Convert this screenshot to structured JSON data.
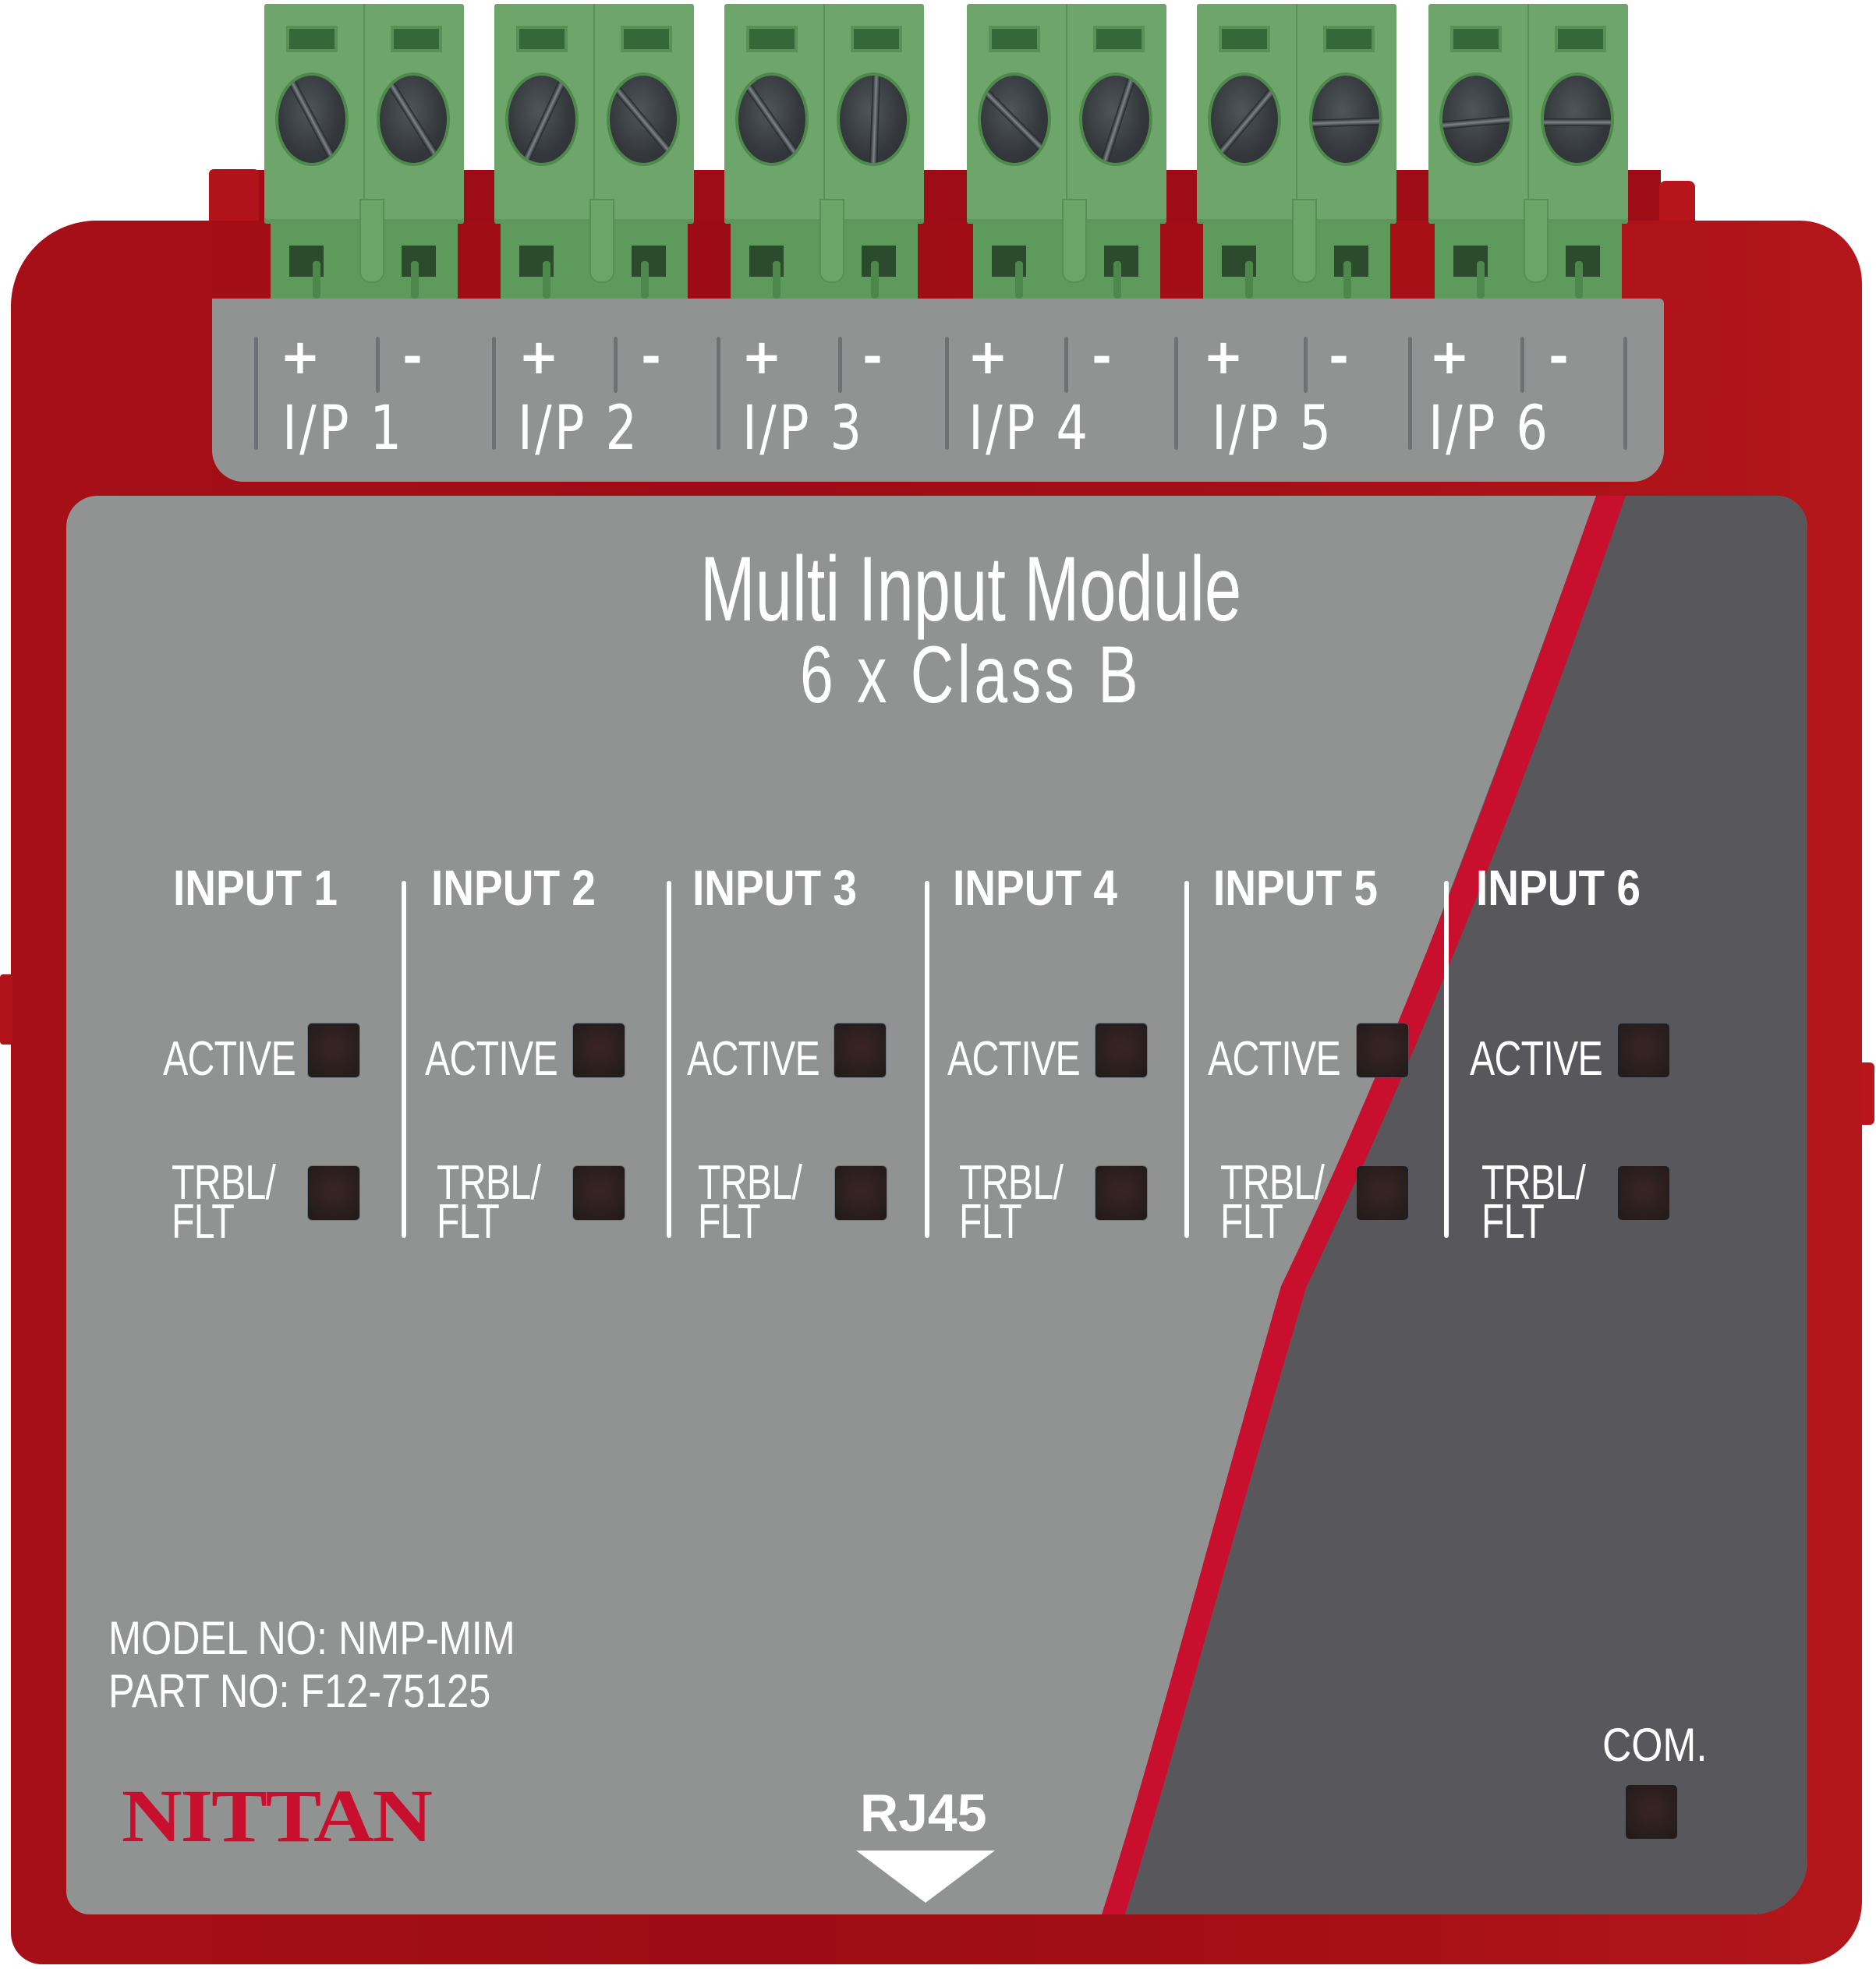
{
  "device": {
    "brand": "NITTAN",
    "title": "Multi Input Module",
    "subtitle": "6 x Class B",
    "model_line": "MODEL NO: NMP-MIM",
    "part_line": "PART NO: F12-75125",
    "connector_label": "RJ45",
    "com_label": "COM."
  },
  "colors": {
    "housing": "#a60f17",
    "panel_light": "#919292",
    "panel_dark": "#58575c",
    "stripe": "#c8102e",
    "terminal_green": "#6ea56b",
    "led_off": "#2a1f1e",
    "text": "#ffffff"
  },
  "terminals": [
    {
      "plus": "+",
      "minus": "-",
      "label": "I/P 1"
    },
    {
      "plus": "+",
      "minus": "-",
      "label": "I/P 2"
    },
    {
      "plus": "+",
      "minus": "-",
      "label": "I/P 3"
    },
    {
      "plus": "+",
      "minus": "-",
      "label": "I/P 4"
    },
    {
      "plus": "+",
      "minus": "-",
      "label": "I/P 5"
    },
    {
      "plus": "+",
      "minus": "-",
      "label": "I/P 6"
    }
  ],
  "inputs": [
    {
      "name": "INPUT 1",
      "active_label": "ACTIVE",
      "trbl_label_1": "TRBL/",
      "trbl_label_2": "FLT",
      "active_led": "off",
      "trbl_led": "off"
    },
    {
      "name": "INPUT 2",
      "active_label": "ACTIVE",
      "trbl_label_1": "TRBL/",
      "trbl_label_2": "FLT",
      "active_led": "off",
      "trbl_led": "off"
    },
    {
      "name": "INPUT 3",
      "active_label": "ACTIVE",
      "trbl_label_1": "TRBL/",
      "trbl_label_2": "FLT",
      "active_led": "off",
      "trbl_led": "off"
    },
    {
      "name": "INPUT 4",
      "active_label": "ACTIVE",
      "trbl_label_1": "TRBL/",
      "trbl_label_2": "FLT",
      "active_led": "off",
      "trbl_led": "off"
    },
    {
      "name": "INPUT 5",
      "active_label": "ACTIVE",
      "trbl_label_1": "TRBL/",
      "trbl_label_2": "FLT",
      "active_led": "off",
      "trbl_led": "off"
    },
    {
      "name": "INPUT 6",
      "active_label": "ACTIVE",
      "trbl_label_1": "TRBL/",
      "trbl_label_2": "FLT",
      "active_led": "off",
      "trbl_led": "off"
    }
  ],
  "com_led": "off"
}
